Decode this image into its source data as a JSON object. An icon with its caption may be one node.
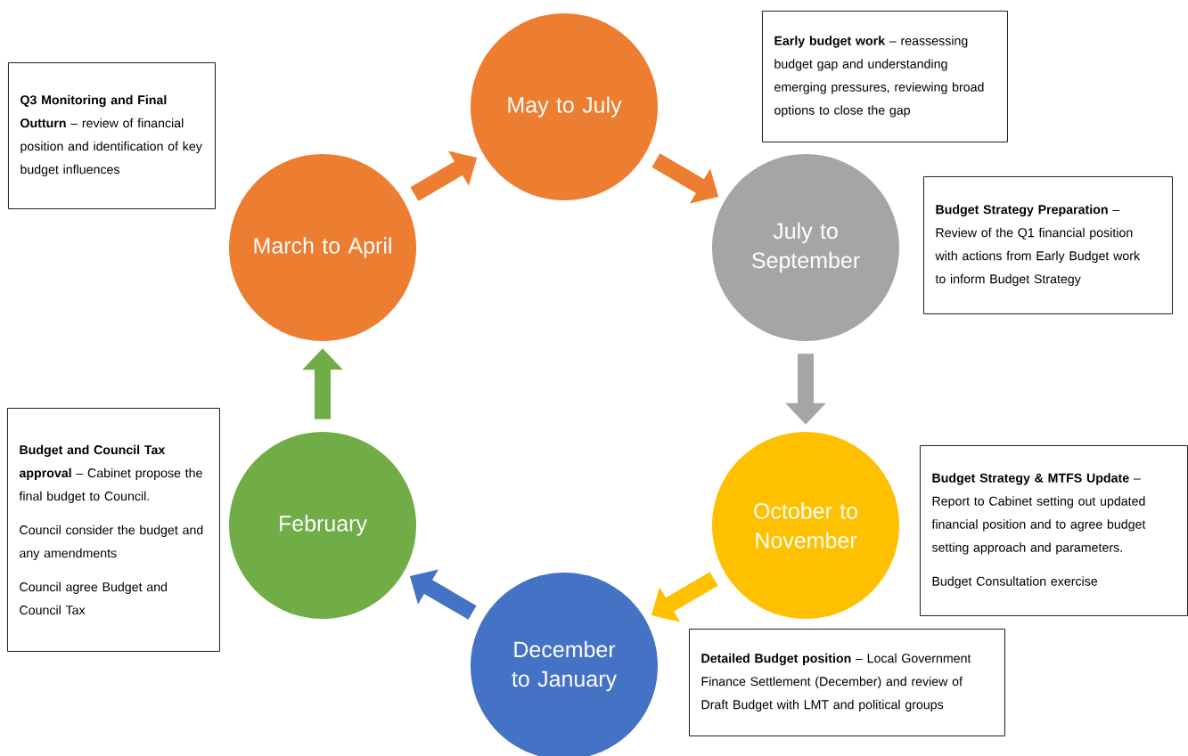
{
  "diagram": {
    "nodes": [
      {
        "text": [
          "March to April"
        ]
      },
      {
        "text": [
          "May to July"
        ]
      },
      {
        "text": [
          "July to September"
        ]
      },
      {
        "text": [
          "October to November"
        ]
      },
      {
        "text": [
          "December to January"
        ]
      },
      {
        "text": [
          "February"
        ]
      },
      {
        "text": [
          "**Q3 Monitoring and Final Outturn** – review of financial position and identification of key budget influences"
        ]
      },
      {
        "text": [
          "**Early budget work** – reassessing budget gap and understanding emerging pressures, reviewing broad options to close the gap"
        ]
      },
      {
        "text": [
          "**Budget Strategy Preparation** – Review of the Q1 financial position with actions from Early Budget work to inform Budget Strategy"
        ]
      },
      {
        "text": [
          "**Budget Strategy & MTFS Update** – Report to Cabinet setting out updated financial position and to agree budget setting approach and parameters.",
          "Budget Consultation exercise"
        ]
      },
      {
        "text": [
          "**Detailed Budget position** – Local Government Finance Settlement (December) and review of Draft Budget with LMT and political groups"
        ]
      },
      {
        "text": [
          "**Budget and Council Tax approval** – Cabinet propose the final budget to Council.",
          "Council consider the budget and any amendments",
          "Council agree Budget and Council Tax"
        ]
      }
    ],
    "edges": [
      {
        "from": 0,
        "to": 1,
        "arrow": "to",
        "color": "#ed7d31"
      },
      {
        "from": 1,
        "to": 2,
        "arrow": "to",
        "color": "#ed7d31"
      },
      {
        "from": 2,
        "to": 3,
        "arrow": "to",
        "color": "#a5a5a5"
      },
      {
        "from": 3,
        "to": 4,
        "arrow": "to",
        "color": "#ffc000"
      },
      {
        "from": 4,
        "to": 5,
        "arrow": "to",
        "color": "#4472c4"
      },
      {
        "from": 5,
        "to": 0,
        "arrow": "to",
        "color": "#70ad47"
      }
    ]
  }
}
